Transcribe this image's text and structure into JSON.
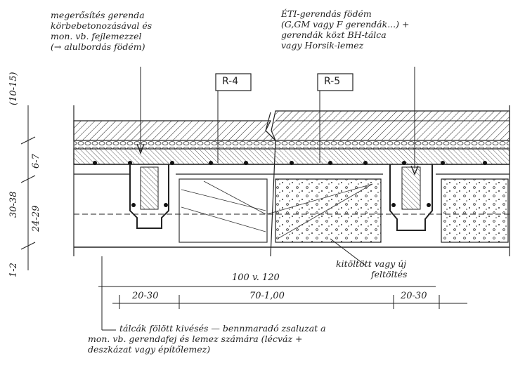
{
  "notes": {
    "left_top": [
      "megerősítés gerenda",
      "körbebetonozásával és",
      "mon. vb. fejlemezzel",
      "(→ alulbordás födém)"
    ],
    "right_top": [
      "ÉTI-gerendás födém",
      "(G,GM vagy F gerendák...) +",
      "gerendák közt BH-tálca",
      "vagy Horsik-lemez"
    ],
    "infill": [
      "kitöltött vagy új",
      "feltöltés"
    ],
    "bottom": [
      "tálcák fölött kivésés — bennmaradó zsaluzat a",
      "mon. vb. gerendafej és lemez számára (lécváz +",
      "deszkázat vagy építőlemez)"
    ]
  },
  "tags": {
    "r4": "R-4",
    "r5": "R-5"
  },
  "dims": {
    "total": "100 v. 120",
    "left": "20-30",
    "middle": "70-1,00",
    "right": "20-30"
  },
  "vdims": {
    "a": "1-2",
    "b": "30-38",
    "c": "24-29",
    "d": "6-7",
    "e": "(10-15)"
  },
  "colors": {
    "ink": "#222222",
    "paper": "#ffffff"
  }
}
